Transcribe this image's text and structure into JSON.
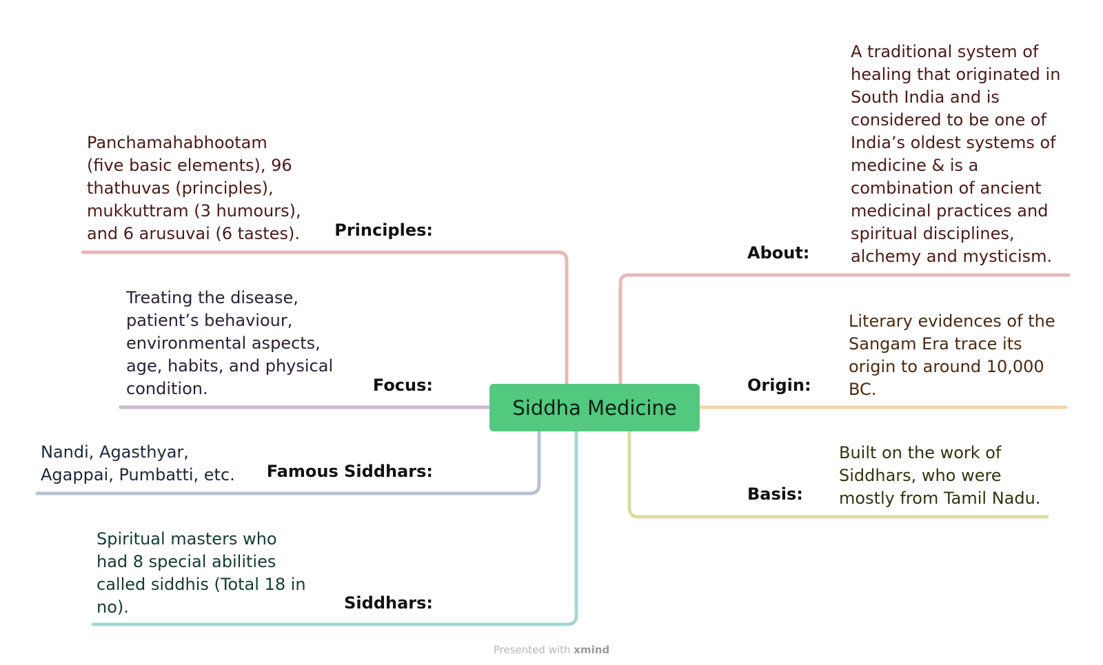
{
  "central": {
    "title": "Siddha Medicine",
    "color": "#52c97e"
  },
  "left_branches": [
    {
      "label": "Principles:",
      "text": "Panchamahabhootam (five basic elements), 96 thathuvas (principles), mukkuttram (3 humours), and 6 arusuvai (6 tastes).",
      "color": "#e7b9b7",
      "text_color": "#4a1a1a"
    },
    {
      "label": "Focus:",
      "text": "Treating the disease, patient’s behaviour, environmental aspects, age, habits, and physical condition.",
      "color": "#cdb9d1",
      "text_color": "#2a1f33"
    },
    {
      "label": "Famous Siddhars:",
      "text": "Nandi, Agasthyar, Agappai, Pumbatti, etc.",
      "color": "#b7c3d3",
      "text_color": "#1c2838"
    },
    {
      "label": "Siddhars:",
      "text": "Spiritual masters who had 8 special abilities called siddhis (Total 18 in no).",
      "color": "#a7d8cf",
      "text_color": "#153b32"
    }
  ],
  "right_branches": [
    {
      "label": "About:",
      "text": "A traditional system of healing that originated in South India and is considered to be one of India’s oldest systems of medicine & is a combination of ancient medicinal practices and spiritual disciplines, alchemy and mysticism.",
      "color": "#e7b9b7",
      "text_color": "#4a1a1a"
    },
    {
      "label": "Origin:",
      "text": "Literary evidences of the Sangam Era trace its origin to around 10,000 BC.",
      "color": "#f3d3ac",
      "text_color": "#4a2a10"
    },
    {
      "label": "Basis:",
      "text": "Built on the work of Siddhars, who were mostly from Tamil Nadu.",
      "color": "#dcdca0",
      "text_color": "#333312"
    }
  ],
  "footer": {
    "prefix": "Presented with",
    "brand": "xmind"
  }
}
